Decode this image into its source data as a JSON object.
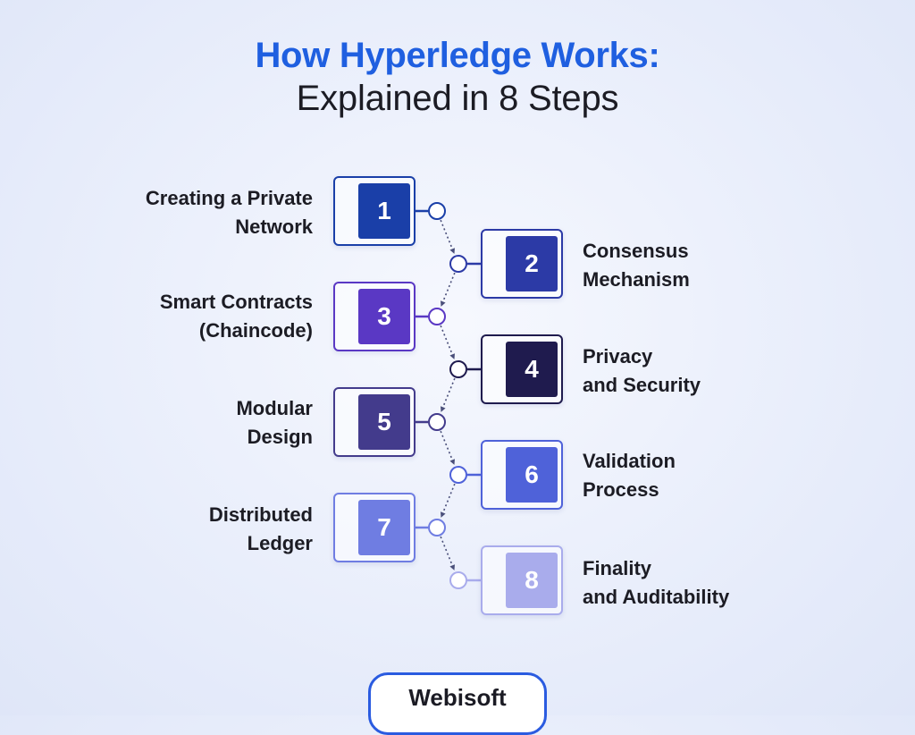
{
  "title": {
    "line1": "How Hyperledge Works:",
    "line2": "Explained in 8 Steps"
  },
  "steps": [
    {
      "number": "1",
      "label_line1": "Creating a Private",
      "label_line2": "Network",
      "side": "left",
      "color": "#1a3fa8"
    },
    {
      "number": "2",
      "label_line1": "Consensus",
      "label_line2": "Mechanism",
      "side": "right",
      "color": "#2c3aa6"
    },
    {
      "number": "3",
      "label_line1": "Smart Contracts",
      "label_line2": "(Chaincode)",
      "side": "left",
      "color": "#5a38c4"
    },
    {
      "number": "4",
      "label_line1": "Privacy",
      "label_line2": "and Security",
      "side": "right",
      "color": "#1f1b4e"
    },
    {
      "number": "5",
      "label_line1": "Modular",
      "label_line2": "Design",
      "side": "left",
      "color": "#433b8c"
    },
    {
      "number": "6",
      "label_line1": "Validation",
      "label_line2": "Process",
      "side": "right",
      "color": "#4f62d9"
    },
    {
      "number": "7",
      "label_line1": "Distributed",
      "label_line2": "Ledger",
      "side": "left",
      "color": "#6f7de2"
    },
    {
      "number": "8",
      "label_line1": "Finality",
      "label_line2": "and Auditability",
      "side": "right",
      "color": "#a9acec"
    }
  ],
  "brand": {
    "name": "Webisoft"
  }
}
